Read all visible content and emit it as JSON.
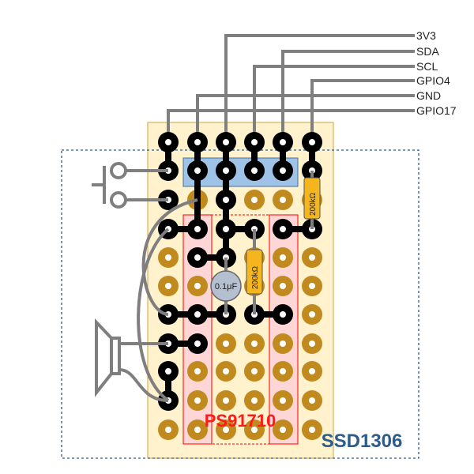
{
  "wire_labels": [
    "3V3",
    "SDA",
    "SCL",
    "GPIO4",
    "GND",
    "GPIO17"
  ],
  "chip_label": "PS91710",
  "module_label": "SSD1306",
  "resistor_1_label": "200kΩ",
  "resistor_2_label": "200kΩ",
  "capacitor_label": "0.1μF",
  "colors": {
    "board": "#fff2cc",
    "pad": "#c08a1e",
    "solder": "#000000",
    "wire": "#7f7f7f",
    "header": "#9ec3e6",
    "chip_fill": "#ffd6d6",
    "chip_outline": "#ff0000",
    "module_outline": "#2b5c8a",
    "resistor": "#f5b51e",
    "capacitor": "#b4bfd0"
  },
  "icons": [
    "push-button-icon",
    "speaker-icon",
    "resistor-icon",
    "capacitor-icon"
  ]
}
